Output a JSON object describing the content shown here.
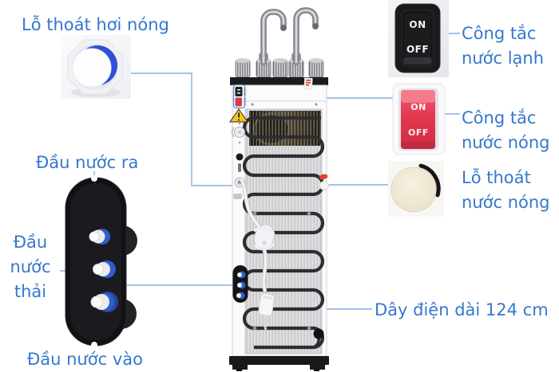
{
  "labels": {
    "steam_vent": "Lỗ thoát hơi nóng",
    "water_out": "Đầu nước ra",
    "waste_water": "Đầu nước thải",
    "water_in": "Đầu nước vào",
    "cold_switch": "Công tắc nước lạnh",
    "hot_switch": "Công tắc nước nóng",
    "hot_drain": "Lỗ thoát nước nóng",
    "power_cord": "Dây điện dài 124 cm"
  },
  "switches": {
    "cold": {
      "on": "ON",
      "off": "OFF",
      "body_color": "#1d1d1f"
    },
    "hot": {
      "on": "ON",
      "off": "OFF",
      "body_color": "#e8415a"
    }
  },
  "colors": {
    "label_text": "#3478cd",
    "leader_line": "#84b1e2",
    "connector_blue": "#2f5ec9",
    "ports_panel_black": "#141416",
    "warning_yellow": "#f6c41a",
    "coil_dark": "#2e2e30"
  }
}
